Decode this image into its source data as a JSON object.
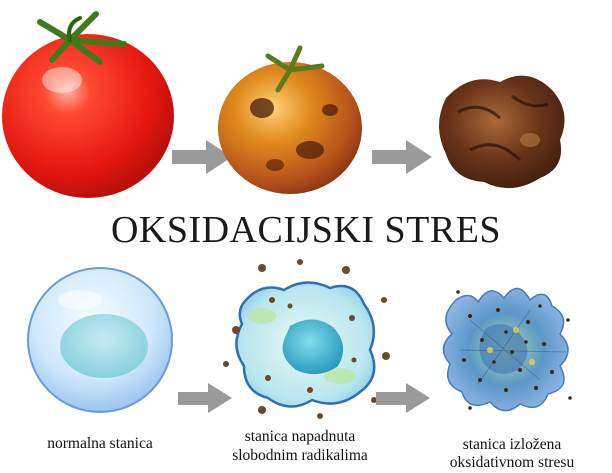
{
  "title": "OKSIDACIJSKI STRES",
  "captions": {
    "normal_cell": "normalna stanica",
    "attacked_cell_line1": "stanica napadnuta",
    "attacked_cell_line2": "slobodnim radikalima",
    "stressed_cell_line1": "stanica izložena",
    "stressed_cell_line2": "oksidativnom stresu"
  },
  "colors": {
    "arrow": "#9a9a9a",
    "fresh_tomato": "#e8231b",
    "rotting_tomato": "#c8661a",
    "rotten_tomato": "#6a3418",
    "cell_membrane": "#6a9bd8",
    "radical_dots": "#6b4a2a"
  },
  "icons": [
    "fresh-tomato-icon",
    "rotting-tomato-icon",
    "rotten-tomato-icon",
    "normal-cell-icon",
    "attacked-cell-icon",
    "stressed-cell-icon",
    "arrow-right-icon"
  ]
}
